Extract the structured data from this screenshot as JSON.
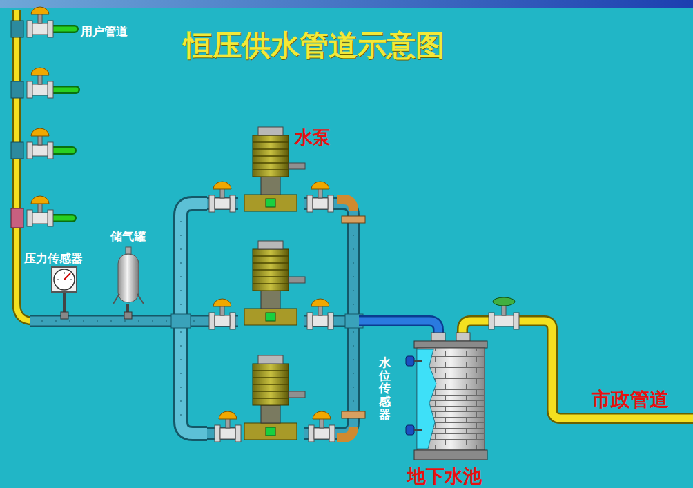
{
  "diagram": {
    "title": "恒压供水管道示意图",
    "labels": [
      "用户管道",
      "水泵",
      "储气罐",
      "压力传感器",
      "水位传感器",
      "地下水池",
      "市政管道"
    ]
  }
}
